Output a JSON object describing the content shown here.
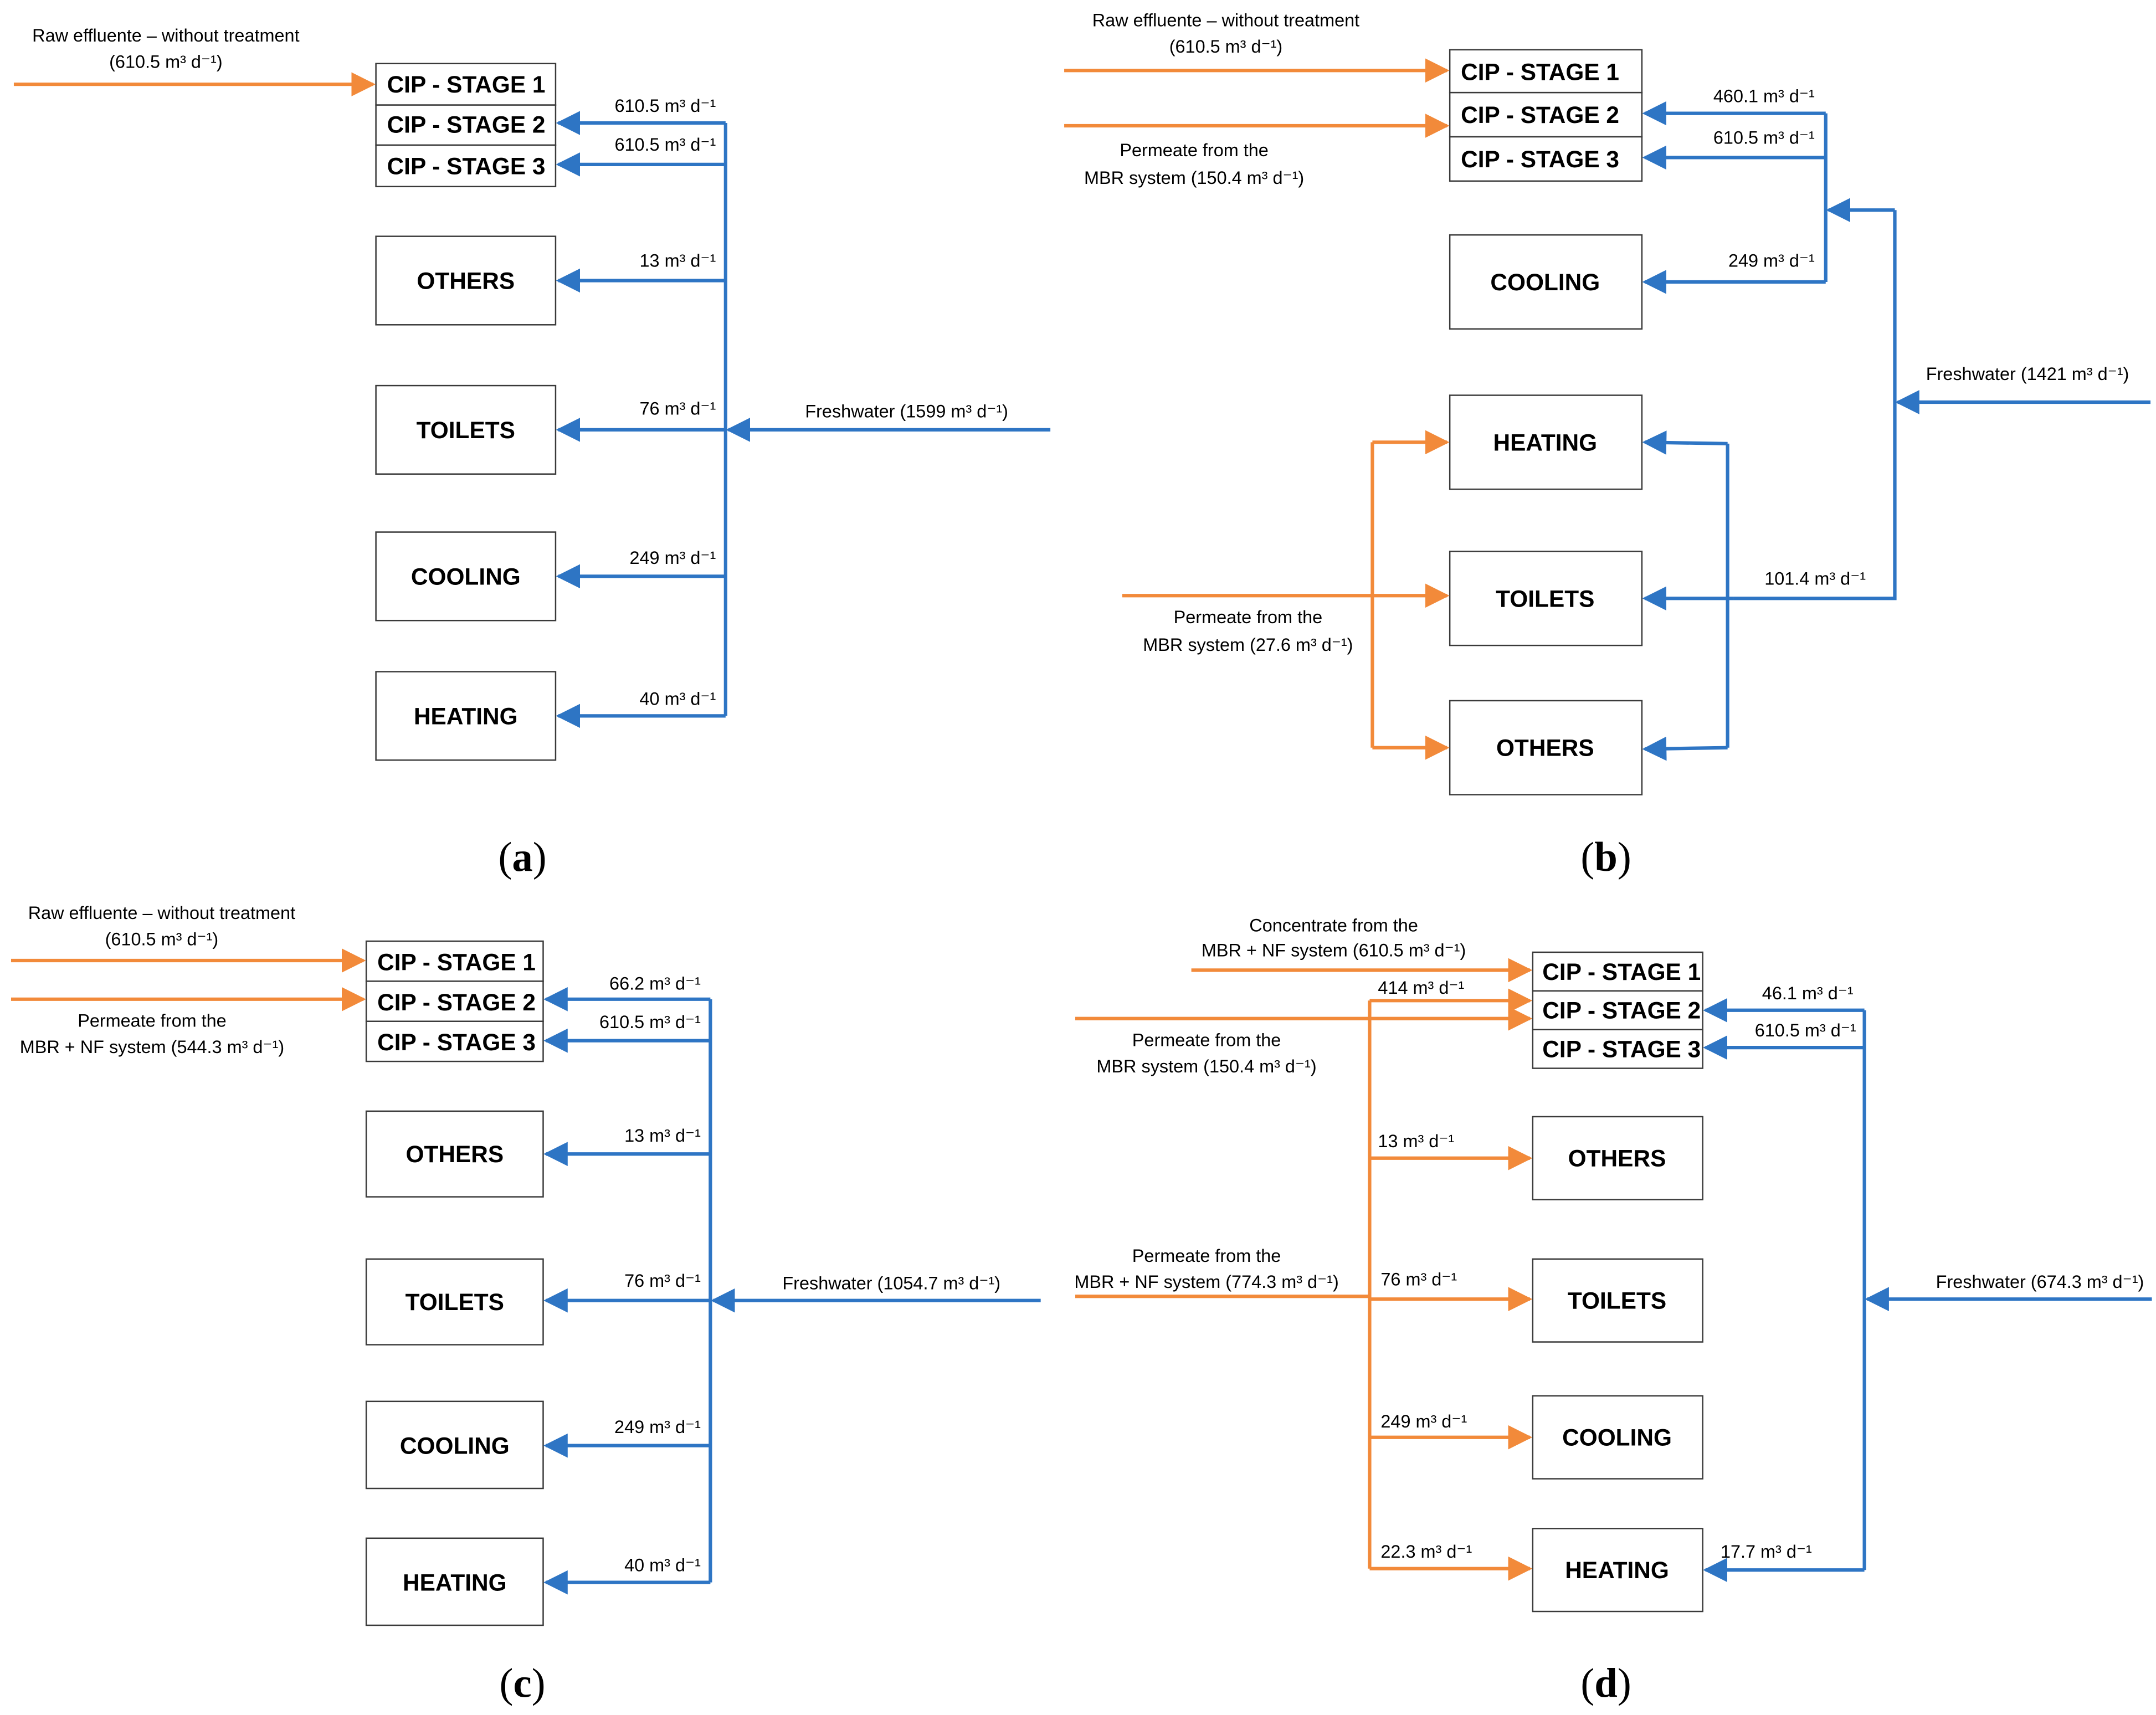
{
  "colors": {
    "freshwater": "#2e75c4",
    "reuse": "#f28a3a"
  },
  "panels": [
    {
      "id": "a",
      "label": "a",
      "units": [
        "CIP - STAGE 1",
        "CIP - STAGE 2",
        "CIP - STAGE 3",
        "OTHERS",
        "TOILETS",
        "COOLING",
        "HEATING"
      ],
      "inflows": [
        {
          "text": "Raw effluente – without treatment"
        },
        {
          "text": "(610.5 m³ d⁻¹)"
        },
        {
          "text": "Freshwater (1599 m³ d⁻¹)"
        }
      ],
      "flows": [
        "610.5 m³ d⁻¹",
        "610.5 m³ d⁻¹",
        "13 m³ d⁻¹",
        "76 m³ d⁻¹",
        "249 m³ d⁻¹",
        "40 m³ d⁻¹"
      ]
    },
    {
      "id": "b",
      "label": "b",
      "units": [
        "CIP - STAGE 1",
        "CIP - STAGE 2",
        "CIP - STAGE 3",
        "COOLING",
        "HEATING",
        "TOILETS",
        "OTHERS"
      ],
      "inflows": [
        {
          "text": "Raw effluente – without treatment"
        },
        {
          "text": "(610.5 m³ d⁻¹)"
        },
        {
          "text": "Permeate from the"
        },
        {
          "text": "MBR system (150.4 m³ d⁻¹)"
        },
        {
          "text": "Freshwater (1421 m³ d⁻¹)"
        },
        {
          "text": "Permeate from the"
        },
        {
          "text": "MBR system (27.6 m³ d⁻¹)"
        }
      ],
      "flows": [
        "460.1 m³ d⁻¹",
        "610.5 m³ d⁻¹",
        "249 m³ d⁻¹",
        "101.4 m³ d⁻¹"
      ]
    },
    {
      "id": "c",
      "label": "c",
      "units": [
        "CIP - STAGE 1",
        "CIP - STAGE 2",
        "CIP - STAGE 3",
        "OTHERS",
        "TOILETS",
        "COOLING",
        "HEATING"
      ],
      "inflows": [
        {
          "text": "Raw effluente – without treatment"
        },
        {
          "text": "(610.5 m³ d⁻¹)"
        },
        {
          "text": "Permeate from the"
        },
        {
          "text": "MBR + NF system (544.3 m³ d⁻¹)"
        },
        {
          "text": "Freshwater (1054.7 m³ d⁻¹)"
        }
      ],
      "flows": [
        "66.2 m³ d⁻¹",
        "610.5 m³ d⁻¹",
        "13 m³ d⁻¹",
        "76 m³ d⁻¹",
        "249 m³ d⁻¹",
        "40 m³ d⁻¹"
      ]
    },
    {
      "id": "d",
      "label": "d",
      "units": [
        "CIP - STAGE 1",
        "CIP - STAGE 2",
        "CIP - STAGE 3",
        "OTHERS",
        "TOILETS",
        "COOLING",
        "HEATING"
      ],
      "inflows": [
        {
          "text": "Concentrate from the"
        },
        {
          "text": "MBR + NF system (610.5 m³ d⁻¹)"
        },
        {
          "text": "Permeate from the"
        },
        {
          "text": "MBR system (150.4 m³ d⁻¹)"
        },
        {
          "text": "Permeate from the"
        },
        {
          "text": "MBR + NF system (774.3 m³ d⁻¹)"
        },
        {
          "text": "Freshwater (674.3 m³ d⁻¹)"
        }
      ],
      "flows": [
        "414 m³ d⁻¹",
        "13 m³ d⁻¹",
        "76 m³ d⁻¹",
        "249 m³ d⁻¹",
        "22.3 m³ d⁻¹",
        "46.1 m³ d⁻¹",
        "610.5 m³ d⁻¹",
        "17.7 m³ d⁻¹"
      ]
    }
  ]
}
